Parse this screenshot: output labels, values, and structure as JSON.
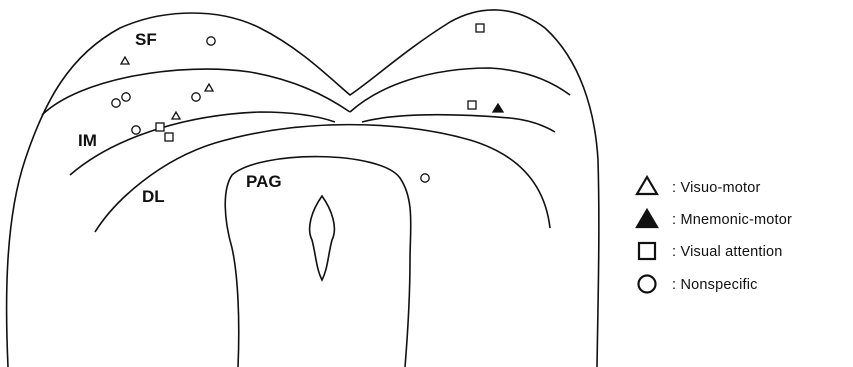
{
  "regions": {
    "sf": "SF",
    "im": "IM",
    "dl": "DL",
    "pag": "PAG"
  },
  "legend": [
    {
      "symbol": "open-triangle",
      "label": ": Visuo-motor"
    },
    {
      "symbol": "filled-triangle",
      "label": ": Mnemonic-motor"
    },
    {
      "symbol": "open-square",
      "label": ": Visual attention"
    },
    {
      "symbol": "open-circle",
      "label": ": Nonspecific"
    }
  ],
  "marker_counts": {
    "open-triangle": 3,
    "filled-triangle": 1,
    "open-square": 4,
    "open-circle": 6
  },
  "colors": {
    "ink": "#111111",
    "background": "#ffffff"
  }
}
